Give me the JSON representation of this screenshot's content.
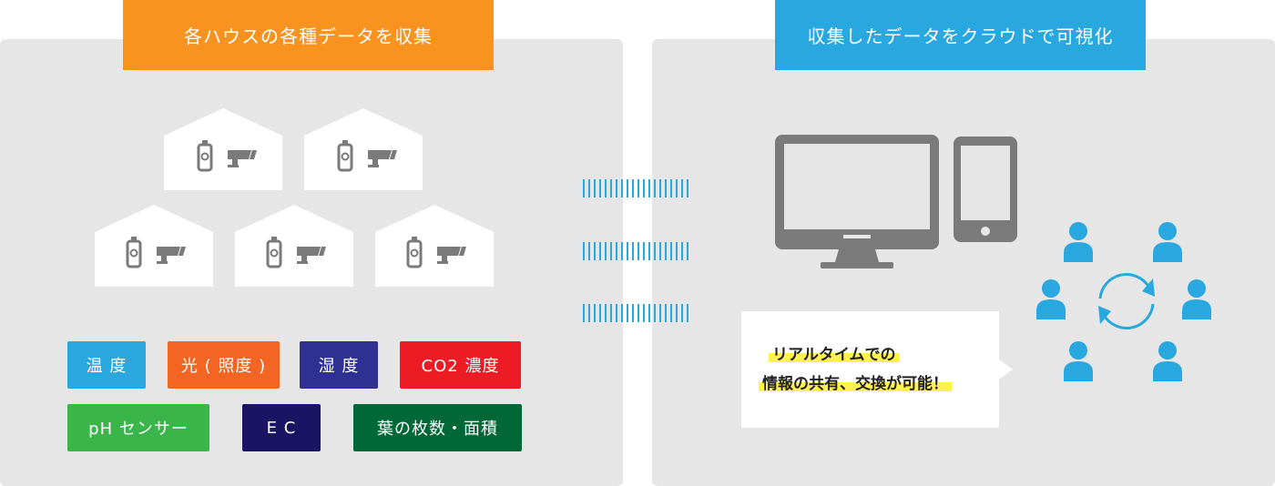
{
  "left": {
    "title": "各ハウスの各種データを収集",
    "title_color": "#f7931e",
    "houses_count": 5,
    "tags": [
      {
        "label": "温 度",
        "color": "#29a8e0"
      },
      {
        "label": "光 ( 照度 )",
        "color": "#f26522"
      },
      {
        "label": "湿 度",
        "color": "#2e3192"
      },
      {
        "label": "CO2 濃度",
        "color": "#ed1c24"
      },
      {
        "label": "pH センサー",
        "color": "#39b54a"
      },
      {
        "label": "E C",
        "color": "#1b1464"
      },
      {
        "label": "葉の枚数・面積",
        "color": "#006837"
      }
    ]
  },
  "right": {
    "title": "収集したデータをクラウドで可視化",
    "title_color": "#29a8e0",
    "bubble": {
      "line1": "リアルタイムでの",
      "line2": "情報の共有、交換が可能！"
    },
    "icons": [
      "monitor-icon",
      "smartphone-icon",
      "user-icon",
      "refresh-cycle-icon"
    ]
  },
  "colors": {
    "panel_bg": "#e6e6e6",
    "icon_gray": "#7a7a7a",
    "user_blue": "#29a8e0",
    "highlight": "#fff24a"
  }
}
